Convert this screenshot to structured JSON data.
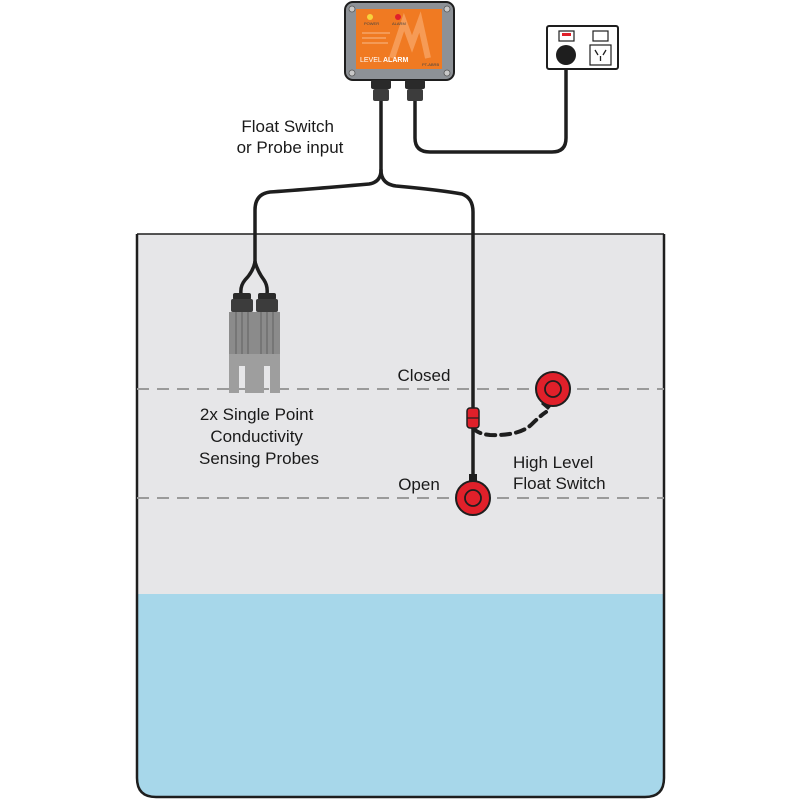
{
  "labels": {
    "input": [
      "Float Switch",
      "or Probe input"
    ],
    "probes": [
      "2x Single Point",
      "Conductivity",
      "Sensing Probes"
    ],
    "closed": "Closed",
    "open": "Open",
    "float_switch": [
      "High Level",
      "Float Switch"
    ]
  },
  "controller": {
    "brand_left": "LEVEL",
    "brand_right": "ALARM",
    "model": "PT-ABRB",
    "led_left": "POWER",
    "led_right": "ALARM"
  },
  "colors": {
    "tank_air": "#e6e6e8",
    "water": "#a7d7ea",
    "outline": "#1e1e1e",
    "float_red": "#e0202a",
    "controller_orange": "#f07a22",
    "controller_grey": "#8d9196",
    "probe_grey": "#8b8b8b",
    "dashed_line": "#9a9a9a"
  }
}
